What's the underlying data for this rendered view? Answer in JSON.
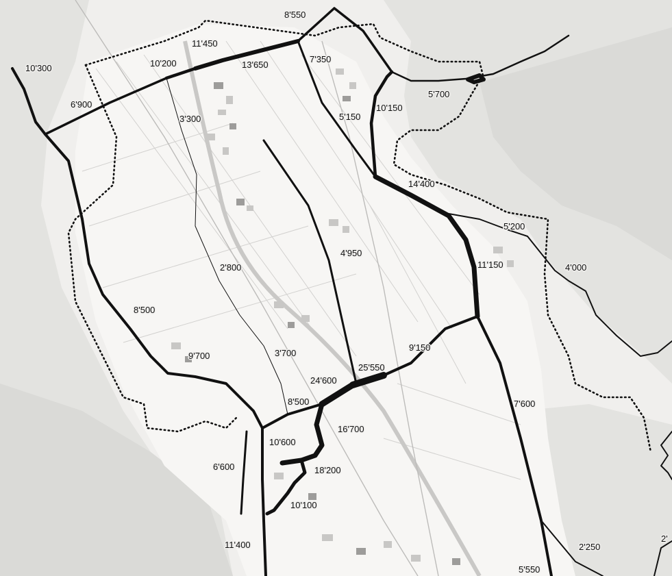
{
  "map": {
    "colors": {
      "road": "#111111",
      "background": "#f0efed",
      "terrain": "#d9d8d6",
      "valley": "#f7f6f4"
    },
    "traffic_volumes": [
      "10'300",
      "6'900",
      "10'200",
      "11'450",
      "13'650",
      "8'550",
      "7'350",
      "5'700",
      "5'150",
      "10'150",
      "3'300",
      "14'400",
      "5'200",
      "4'000",
      "11'150",
      "4'950",
      "2'800",
      "8'500",
      "9'700",
      "3'700",
      "9'150",
      "24'600",
      "25'550",
      "8'500",
      "7'600",
      "16'700",
      "10'600",
      "6'600",
      "18'200",
      "10'100",
      "11'400",
      "2'250",
      "5'550",
      "2'"
    ]
  }
}
